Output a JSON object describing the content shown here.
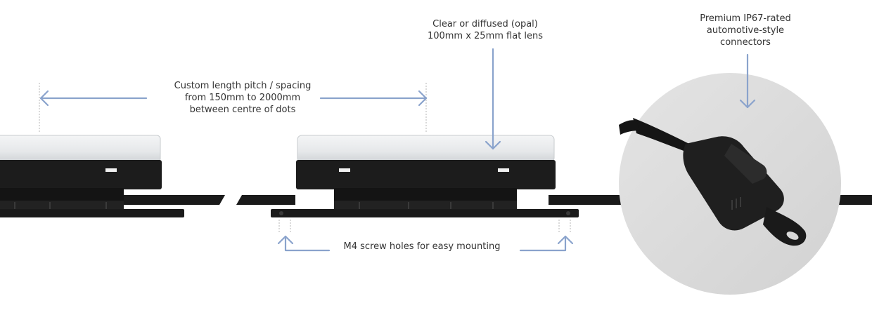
{
  "colors": {
    "arrow": "#8aa3cc",
    "product_dark": "#1a1a1a",
    "lens": "#e8eaec",
    "circle_bg": "#dcdcdc"
  },
  "annotations": {
    "pitch": {
      "line1": "Custom length pitch / spacing",
      "line2": "from 150mm to 2000mm",
      "line3": "between centre of dots"
    },
    "lens": {
      "line1": "Clear or diffused (opal)",
      "line2": "100mm x 25mm flat lens"
    },
    "connector": {
      "line1": "Premium IP67-rated",
      "line2": "automotive-style",
      "line3": "connectors"
    },
    "screw_holes": {
      "line1": "M4 screw holes for easy mounting"
    }
  }
}
